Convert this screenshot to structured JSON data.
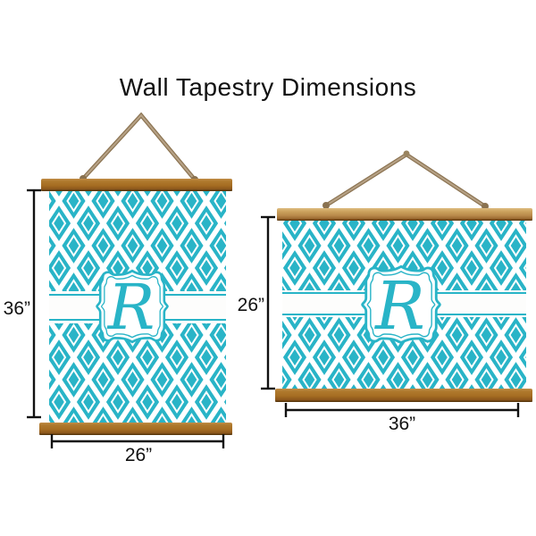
{
  "title": "Wall Tapestry Dimensions",
  "monogram": {
    "letter": "R"
  },
  "portrait": {
    "height_label": "36”",
    "width_label": "26”"
  },
  "landscape": {
    "height_label": "26”",
    "width_label": "36”"
  },
  "colors": {
    "teal": "#29b4c7",
    "wood_dark": "#a66d22",
    "wood_light": "#c79a58",
    "rope": "#a89070",
    "dimension_line": "#111111"
  }
}
